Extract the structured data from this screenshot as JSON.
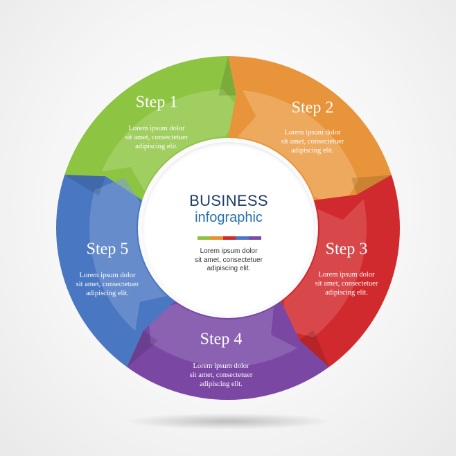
{
  "center": {
    "title": "BUSINESS",
    "subtitle": "infographic",
    "desc_lines": [
      "Lorem ipsum dolor",
      "sit amet, consectetuer",
      "adipiscing elit."
    ],
    "bar_colors": [
      "#8fc13e",
      "#e8912f",
      "#d02a2a",
      "#4a78c0",
      "#7a4aa6"
    ]
  },
  "steps": [
    {
      "title": "Step 1",
      "color": "#8dc442",
      "light": "#b3d77c",
      "desc_lines": [
        "Lorem ipsum dolor",
        "sit amet, consectetuer",
        "adipiscing elit."
      ]
    },
    {
      "title": "Step 2",
      "color": "#e8943a",
      "light": "#f0b97a",
      "desc_lines": [
        "Lorem ipsum dolor",
        "sit amet, consectetuer",
        "adipiscing elit."
      ]
    },
    {
      "title": "Step 3",
      "color": "#d12a2e",
      "light": "#df6165",
      "desc_lines": [
        "Lorem ipsum dolor",
        "sit amet, consectetuer",
        "adipiscing elit."
      ]
    },
    {
      "title": "Step 4",
      "color": "#7a47a3",
      "light": "#9977bd",
      "desc_lines": [
        "Lorem ipsum dolor",
        "sit amet, consectetuer",
        "adipiscing elit."
      ]
    },
    {
      "title": "Step 5",
      "color": "#4a77c1",
      "light": "#7d9fd6",
      "desc_lines": [
        "Lorem ipsum dolor",
        "sit amet, consectetuer",
        "adipiscing elit."
      ]
    }
  ]
}
